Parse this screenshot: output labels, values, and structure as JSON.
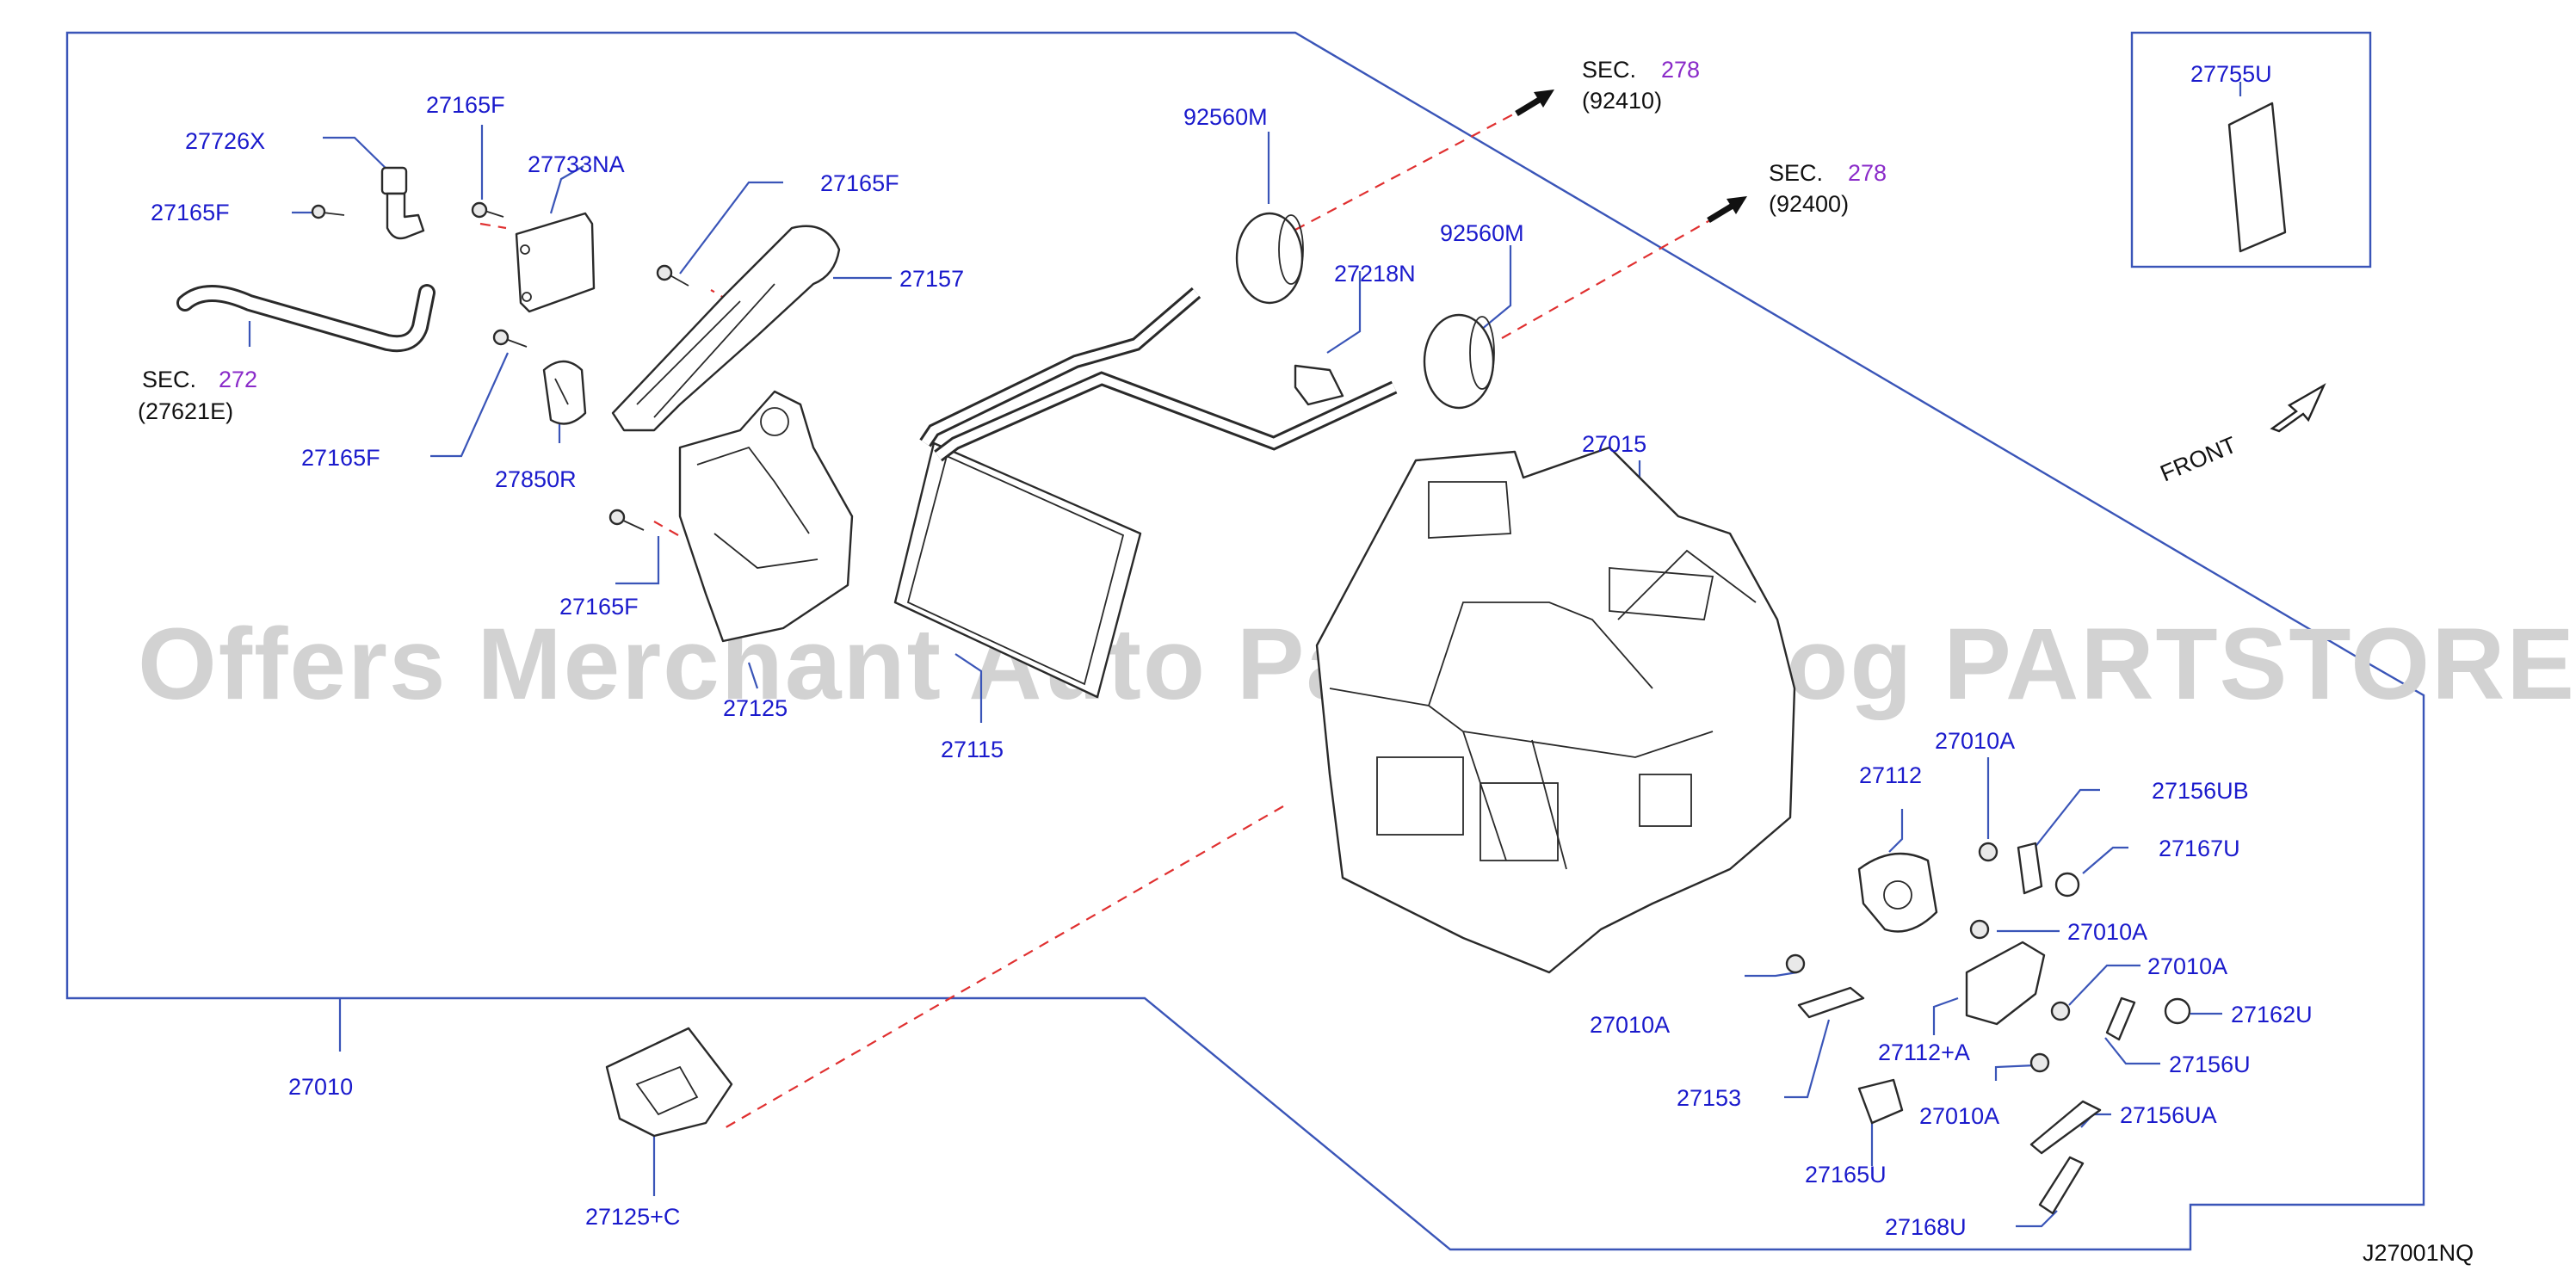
{
  "watermark": "Offers Merchant Auto Parts Catalog PARTSTORE.SA",
  "diagram_code": "J27001NQ",
  "front_label": "FRONT",
  "parts": {
    "p27726X": "27726X",
    "p27165F_a": "27165F",
    "p27165F_b": "27165F",
    "p27165F_c": "27165F",
    "p27165F_d": "27165F",
    "p27165F_e": "27165F",
    "p27733NA": "27733NA",
    "p27157": "27157",
    "p27850R": "27850R",
    "p27125": "27125",
    "p27115": "27115",
    "p92560M_a": "92560M",
    "p92560M_b": "92560M",
    "p27218N": "27218N",
    "p27015": "27015",
    "p27755U": "27755U",
    "p27010": "27010",
    "p27125C": "27125+C",
    "p27112": "27112",
    "p27010A_a": "27010A",
    "p27010A_b": "27010A",
    "p27010A_c": "27010A",
    "p27010A_d": "27010A",
    "p27010A_e": "27010A",
    "p27156UB": "27156UB",
    "p27167U": "27167U",
    "p27162U": "27162U",
    "p27156U": "27156U",
    "p27112A": "27112+A",
    "p27153": "27153",
    "p27156UA": "27156UA",
    "p27165U": "27165U",
    "p27168U": "27168U"
  },
  "section_refs": {
    "sec272": {
      "prefix": "SEC.",
      "num": "272",
      "sub": "(27621E)"
    },
    "sec278a": {
      "prefix": "SEC.",
      "num": "278",
      "sub": "(92410)"
    },
    "sec278b": {
      "prefix": "SEC.",
      "num": "278",
      "sub": "(92400)"
    }
  }
}
